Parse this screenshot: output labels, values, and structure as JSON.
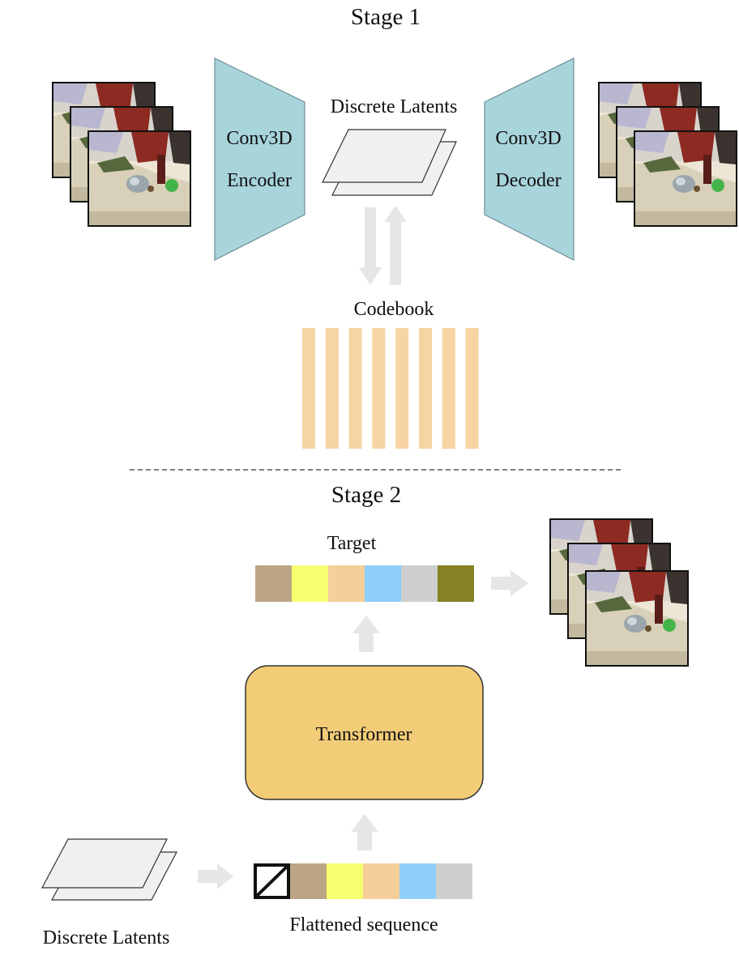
{
  "stage1": {
    "title": "Stage 1",
    "encoder": {
      "line1": "Conv3D",
      "line2": "Encoder"
    },
    "decoder": {
      "line1": "Conv3D",
      "line2": "Decoder"
    },
    "latents_label": "Discrete Latents",
    "codebook_label": "Codebook",
    "codebook_bar_count": 8,
    "input_frames": {
      "count": 3,
      "kind": "video-frame-thumbnail"
    },
    "output_frames": {
      "count": 3,
      "kind": "video-frame-thumbnail"
    }
  },
  "stage2": {
    "title": "Stage 2",
    "target_label": "Target",
    "transformer_label": "Transformer",
    "latents_label": "Discrete Latents",
    "sequence_label": "Flattened sequence",
    "output_frames": {
      "count": 3,
      "kind": "video-frame-thumbnail"
    },
    "target_tokens": [
      "#bca584",
      "#f6ff70",
      "#f5cf9a",
      "#8fcff9",
      "#cfcfcf",
      "#878124"
    ],
    "sequence_tokens": [
      "start-token",
      "#bca584",
      "#f6ff70",
      "#f5cf9a",
      "#8fcff9",
      "#cfcfcf"
    ]
  },
  "colors": {
    "encoder_fill": "#a8d4dc",
    "codebook_bar": "#f6d4a4",
    "transformer_fill": "#f3cc78",
    "arrow": "#e6e6e6",
    "latent_plane": "#f0f0f0"
  }
}
